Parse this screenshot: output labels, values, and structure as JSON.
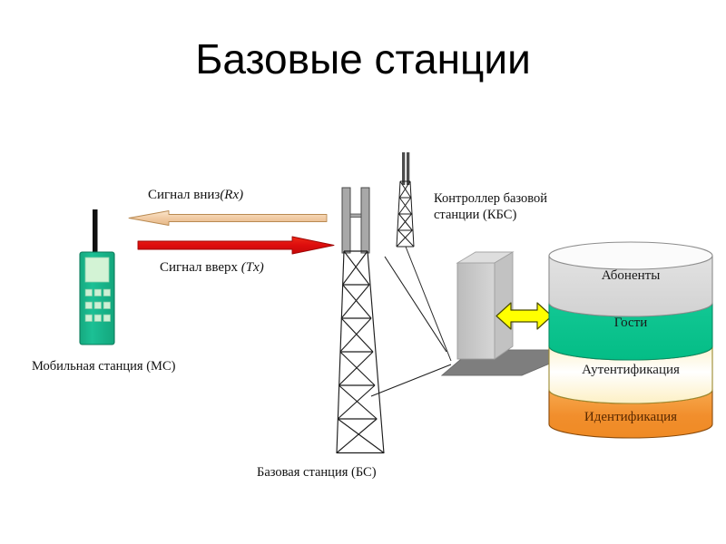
{
  "slide": {
    "title": "Базовые станции",
    "background_color": "#ffffff"
  },
  "labels": {
    "signal_down": "Сигнал вниз",
    "signal_down_suffix": "(Rx)",
    "signal_up": "Сигнал вверх",
    "signal_up_suffix": "(Tx)",
    "mobile_station": "Мобильная станция (МС)",
    "base_station": "Базовая станция (БС)",
    "bsc_line1": "Контроллер базовой",
    "bsc_line2": "станции (КБС)"
  },
  "database_cylinder": {
    "layers": [
      {
        "label": "Абоненты",
        "color": "#d9d9d9",
        "text_color": "#1a1a1a"
      },
      {
        "label": "Гости",
        "color": "#0bc48d",
        "text_color": "#1a1a1a"
      },
      {
        "label": "Аутентификация",
        "color": "#fdf6dd",
        "text_color": "#1a1a1a"
      },
      {
        "label": "Идентификация",
        "color": "#f18e2c",
        "text_color": "#5a2a00"
      }
    ]
  },
  "arrows": {
    "downlink_color": "#f2ceaa",
    "uplink_color": "#e01010",
    "bidirectional_color": "#ffff00"
  },
  "colors": {
    "phone_body": "#19b98c",
    "phone_screen": "#cdf2d0",
    "tower_line": "#222222",
    "antenna_gray": "#a8a8a8",
    "building_gray": "#c8c8c8",
    "platform_gray": "#8a8a8a"
  }
}
